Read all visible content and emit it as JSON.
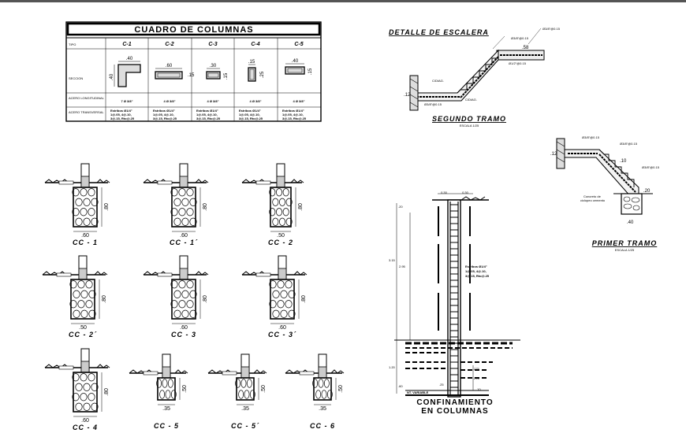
{
  "table": {
    "title": "CUADRO DE COLUMNAS",
    "row_labels": [
      "TIPO",
      "SECCION",
      "ACERO LONGITUDINAL",
      "ACERO TRANSVERSAL"
    ],
    "columns": [
      {
        "name": "C-1",
        "dims": [
          ".40",
          ".40"
        ],
        "long": "7 Ø 3/8\"",
        "trans": [
          "Estribos Ø1/4\"",
          "1@.05, 4@.10,",
          "3@.15, Rto@.25"
        ]
      },
      {
        "name": "C-2",
        "dims": [
          ".60",
          ".15"
        ],
        "long": "4 Ø 3/8\"",
        "trans": [
          "Estribos Ø1/4\"",
          "1@.05, 4@.10,",
          "3@.15, Rto@.25"
        ]
      },
      {
        "name": "C-3",
        "dims": [
          ".30",
          ".15"
        ],
        "long": "4 Ø 3/8\"",
        "trans": [
          "Estribos Ø1/4\"",
          "1@.05, 4@.10,",
          "3@.15, Rto@.25"
        ]
      },
      {
        "name": "C-4",
        "dims": [
          ".15",
          ".25"
        ],
        "long": "4 Ø 3/8\"",
        "trans": [
          "Estribos Ø1/4\"",
          "1@.05, 4@.10,",
          "3@.15, Rto@.25"
        ]
      },
      {
        "name": "C-5",
        "dims": [
          ".40",
          ".15"
        ],
        "long": "4 Ø 3/8\"",
        "trans": [
          "Estribos Ø1/4\"",
          "1@.05, 4@.10,",
          "3@.15, Rto@.25"
        ]
      }
    ]
  },
  "stair_detail": {
    "title": "DETALLE DE ESCALERA",
    "second_flight": "SEGUNDO TRAMO",
    "second_scale": "ESCALA 1/25",
    "first_flight": "PRIMER TRAMO",
    "first_scale": "ESCALA 1/25",
    "notes": [
      "Ø3/8\"@0.15",
      "Ø3/8\"@0.15",
      "Ø1/2\"@0.15",
      "C/DIAG.",
      "Ø3/8\"@0.15",
      "C/DIAG."
    ],
    "dims": [
      ".12",
      ".58",
      ".12",
      ".10",
      ".20",
      ".40"
    ],
    "concrete_note": [
      "Concreto de",
      "ciclopeo cemento"
    ]
  },
  "footings": [
    {
      "label": "CC - 1",
      "width": ".60",
      "depth": ".80"
    },
    {
      "label": "CC - 1´",
      "width": ".60",
      "depth": ".80"
    },
    {
      "label": "CC - 2",
      "width": ".50",
      "depth": ".80"
    },
    {
      "label": "CC - 2´",
      "width": ".50",
      "depth": ".80"
    },
    {
      "label": "CC - 3",
      "width": ".60",
      "depth": ".80"
    },
    {
      "label": "CC - 3´",
      "width": ".60",
      "depth": ".80"
    },
    {
      "label": "CC - 4",
      "width": ".60",
      "depth": ".80"
    },
    {
      "label": "CC - 5",
      "width": ".35",
      "depth": ".50"
    },
    {
      "label": "CC - 5´",
      "width": ".35",
      "depth": ".50"
    },
    {
      "label": "CC - 6",
      "width": ".35",
      "depth": ".50"
    }
  ],
  "confinement": {
    "title_lines": [
      "CONFINAMIENTO",
      "EN COLUMNAS"
    ],
    "top_dims": [
      "0.30",
      "0.30"
    ],
    "left_dims": [
      ".20",
      "3.15",
      "2.95",
      "1.20",
      ".60"
    ],
    "right_dims": [
      ".275",
      ".275",
      ".25",
      ".10"
    ],
    "stirrup_note": [
      "Estribos Ø1/4\"",
      "1@.05, 4@.10,",
      "3@.15, Rto@.25"
    ],
    "ground_note": "NT. VARIABLE"
  },
  "colors": {
    "line": "#000000",
    "frame": "#555555"
  }
}
